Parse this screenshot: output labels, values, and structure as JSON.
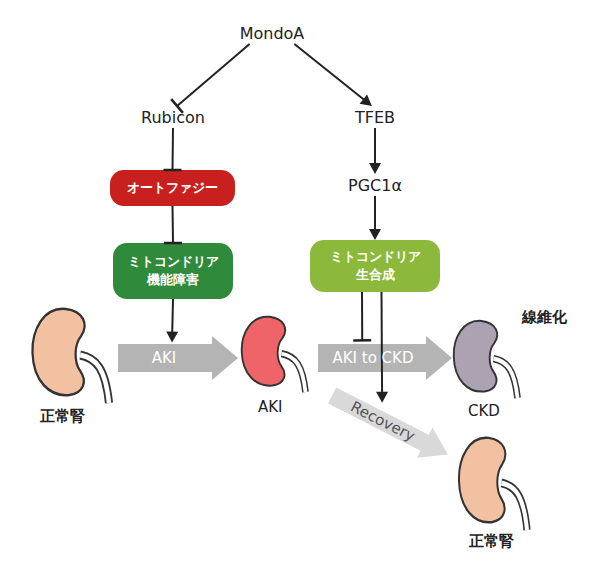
{
  "diagram": {
    "nodes": [
      {
        "text": [
          "MondoA"
        ]
      },
      {
        "text": [
          "Rubicon"
        ]
      },
      {
        "text": [
          "TFEB"
        ]
      },
      {
        "text": [
          "オートファジー"
        ]
      },
      {
        "text": [
          "PGC1α"
        ]
      },
      {
        "text": [
          "ミトコンドリア 機能障害"
        ]
      },
      {
        "text": [
          "ミトコンドリア 生合成"
        ]
      },
      {
        "text": [
          "AKI"
        ]
      },
      {
        "text": [
          "AKI to CKD"
        ]
      },
      {
        "text": [
          "Recovery"
        ]
      },
      {
        "text": [
          "正常腎"
        ]
      },
      {
        "text": [
          "AKI"
        ]
      },
      {
        "text": [
          "CKD",
          "線維化"
        ]
      },
      {
        "text": [
          "正常腎"
        ]
      }
    ],
    "edges": [
      {
        "from": 0,
        "to": 1,
        "arrow": "to"
      },
      {
        "from": 0,
        "to": 2,
        "arrow": "to"
      },
      {
        "from": 1,
        "to": 3,
        "arrow": "to"
      },
      {
        "from": 2,
        "to": 4,
        "arrow": "to"
      },
      {
        "from": 3,
        "to": 5,
        "arrow": "to"
      },
      {
        "from": 4,
        "to": 6,
        "arrow": "to"
      },
      {
        "from": 5,
        "to": 7,
        "arrow": "to"
      },
      {
        "from": 6,
        "to": 8,
        "arrow": "to"
      },
      {
        "from": 6,
        "to": 9,
        "arrow": "to"
      }
    ]
  }
}
